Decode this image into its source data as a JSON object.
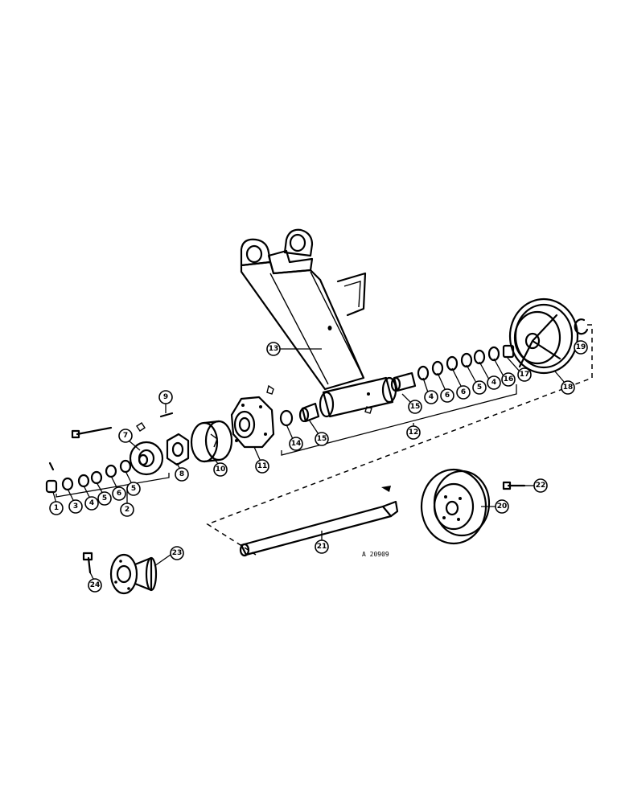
{
  "drawing_number": "A 20909",
  "callouts": [
    {
      "id": "c1",
      "label": "1"
    },
    {
      "id": "c2",
      "label": "2"
    },
    {
      "id": "c3",
      "label": "3"
    },
    {
      "id": "c4a",
      "label": "4"
    },
    {
      "id": "c5a",
      "label": "5"
    },
    {
      "id": "c6a",
      "label": "6"
    },
    {
      "id": "c5b",
      "label": "5"
    },
    {
      "id": "c7",
      "label": "7"
    },
    {
      "id": "c8",
      "label": "8"
    },
    {
      "id": "c9",
      "label": "9"
    },
    {
      "id": "c10",
      "label": "10"
    },
    {
      "id": "c11",
      "label": "11"
    },
    {
      "id": "c12",
      "label": "12"
    },
    {
      "id": "c13",
      "label": "13"
    },
    {
      "id": "c14",
      "label": "14"
    },
    {
      "id": "c15a",
      "label": "15"
    },
    {
      "id": "c15b",
      "label": "15"
    },
    {
      "id": "c4b",
      "label": "4"
    },
    {
      "id": "c6b",
      "label": "6"
    },
    {
      "id": "c6c",
      "label": "6"
    },
    {
      "id": "c5c",
      "label": "5"
    },
    {
      "id": "c4c",
      "label": "4"
    },
    {
      "id": "c16",
      "label": "16"
    },
    {
      "id": "c17",
      "label": "17"
    },
    {
      "id": "c18",
      "label": "18"
    },
    {
      "id": "c19",
      "label": "19"
    },
    {
      "id": "c20",
      "label": "20"
    },
    {
      "id": "c21",
      "label": "21"
    },
    {
      "id": "c22",
      "label": "22"
    },
    {
      "id": "c23",
      "label": "23"
    },
    {
      "id": "c24",
      "label": "24"
    }
  ]
}
